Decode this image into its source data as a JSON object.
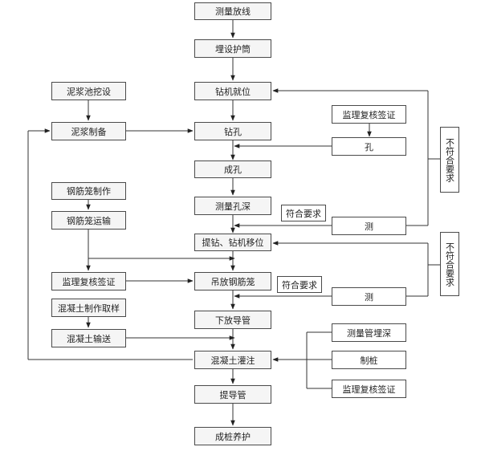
{
  "main": {
    "survey": "测量放线",
    "casing": "埋设护筒",
    "rig_position": "钻机就位",
    "drill": "钻孔",
    "hole_done": "成孔",
    "measure_depth": "测量孔深",
    "lift_drill": "提钻、钻机移位",
    "lower_cage": "吊放钢筋笼",
    "lower_tremie": "下放导管",
    "pour": "混凝土灌注",
    "lift_tremie": "提导管",
    "cure": "成桩养护"
  },
  "left": {
    "pit": "泥浆池挖设",
    "slurry": "泥浆制备",
    "cage_make": "钢筋笼制作",
    "cage_transport": "钢筋笼运输",
    "supervision": "监理复核签证",
    "concrete_sample": "混凝土制作取样",
    "concrete_transport": "混凝土输送"
  },
  "right": {
    "supervision_top": "监理复核签证",
    "hole": "孔",
    "measure_1": "测",
    "ok_1": "符合要求",
    "not_ok_1": "不符合要求",
    "measure_2": "测",
    "ok_2": "符合要求",
    "not_ok_2": "不符合要求",
    "tube_depth": "测量管埋深",
    "pile_making": "制桩",
    "supervision_bottom": "监理复核签证"
  }
}
